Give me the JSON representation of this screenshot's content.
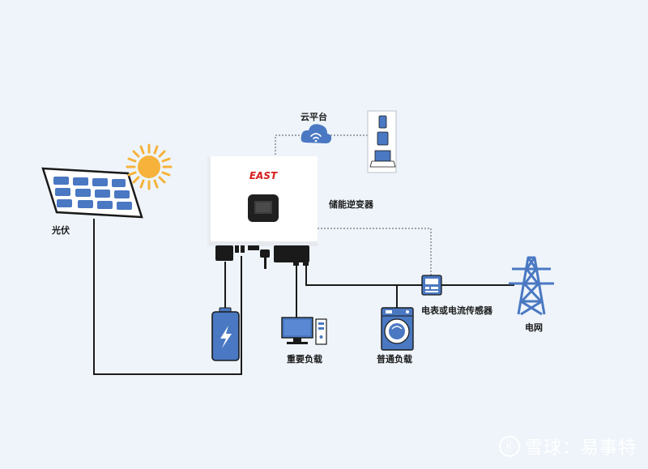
{
  "labels": {
    "pv": "光伏",
    "cloud": "云平台",
    "inverter": "储能逆变器",
    "important_load": "重要负载",
    "normal_load": "普通负载",
    "meter": "电表或电流传感器",
    "grid": "电网"
  },
  "inverter_brand": "EAST",
  "watermark": {
    "logo": "Ⓚ",
    "text": "雪球：易事特"
  },
  "colors": {
    "background": "#eef4fa",
    "device_blue": "#4a78c2",
    "brand_red": "#d81e1e",
    "sun": "#f6b23a",
    "wire": "#1a1a1a"
  }
}
